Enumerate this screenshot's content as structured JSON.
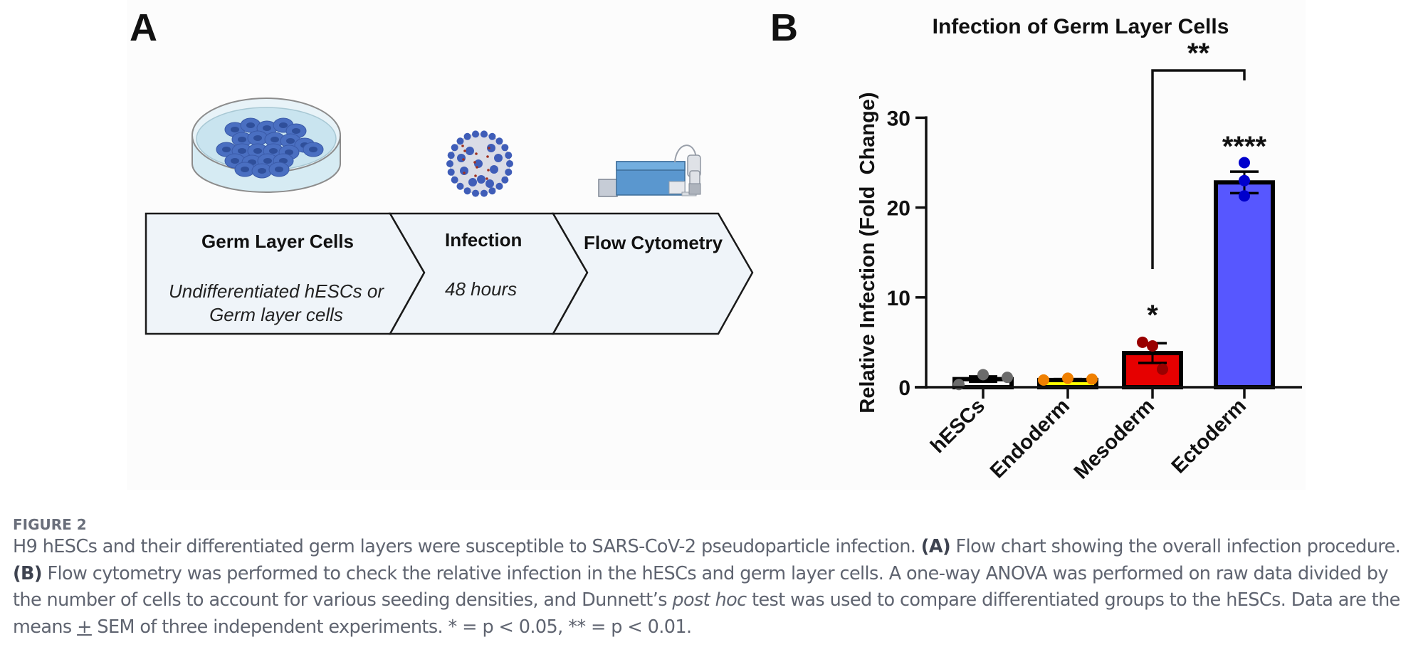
{
  "panel_a": {
    "letter": "A",
    "steps": [
      {
        "title": "Germ Layer Cells",
        "subtitle_lines": [
          "Undifferentiated hESCs or",
          "Germ layer cells"
        ],
        "icon": "petri-dish-icon"
      },
      {
        "title": "Infection",
        "subtitle_lines": [
          "48 hours"
        ],
        "icon": "virus-icon"
      },
      {
        "title": "Flow Cytometry",
        "subtitle_lines": [],
        "icon": "flow-cytometer-icon"
      }
    ],
    "colors": {
      "step_fill": "#eff4f9",
      "step_stroke": "#1a1a1a",
      "cell_blue": "#4a6fc1",
      "dish_liquid": "#cfe6f0"
    }
  },
  "panel_b": {
    "letter": "B"
  },
  "chart_data": {
    "type": "bar",
    "title": "Infection of Germ Layer Cells",
    "xlabel": "",
    "ylabel": "Relative Infection (Fold  Change)",
    "ylim": [
      0,
      30
    ],
    "yticks": [
      0,
      10,
      20,
      30
    ],
    "grid": false,
    "categories": [
      "hESCs",
      "Endoderm",
      "Mesoderm",
      "Ectoderm"
    ],
    "values": [
      0.9,
      0.8,
      3.8,
      22.8
    ],
    "sem": [
      0.3,
      0.1,
      1.1,
      1.2
    ],
    "points": [
      [
        0.3,
        1.4,
        1.1
      ],
      [
        0.8,
        1.0,
        0.9
      ],
      [
        5.0,
        2.0,
        4.6
      ],
      [
        25.0,
        23.0,
        21.3
      ]
    ],
    "bar_colors": [
      "#ffffff",
      "#ffff00",
      "#e60000",
      "#5757ff"
    ],
    "point_colors": [
      "#6b6b6b",
      "#f08000",
      "#990000",
      "#0000cc"
    ],
    "significance_labels": [
      "",
      "",
      "*",
      "****"
    ],
    "comparison": {
      "from": "Mesoderm",
      "to": "Ectoderm",
      "label": "**"
    }
  },
  "caption": {
    "figure_label": "FIGURE 2",
    "segments": [
      {
        "t": "H9 hESCs and their differentiated germ layers were susceptible to SARS-CoV-2 pseudoparticle infection. ",
        "s": "n"
      },
      {
        "t": "(A)",
        "s": "b"
      },
      {
        "t": " Flow chart showing the overall infection procedure. ",
        "s": "n"
      },
      {
        "t": "(B)",
        "s": "b"
      },
      {
        "t": " Flow cytometry was performed to check the relative infection in the hESCs and germ layer cells. A one-way ANOVA was performed on raw data divided by the number of cells to account for various seeding densities, and Dunnett’s ",
        "s": "n"
      },
      {
        "t": "post hoc",
        "s": "i"
      },
      {
        "t": " test was used to compare differentiated groups to the hESCs. Data are the means ",
        "s": "n"
      },
      {
        "t": "+",
        "s": "u"
      },
      {
        "t": " SEM of three independent experiments. * = p < 0.05, ** = p < 0.01.",
        "s": "n"
      }
    ]
  }
}
